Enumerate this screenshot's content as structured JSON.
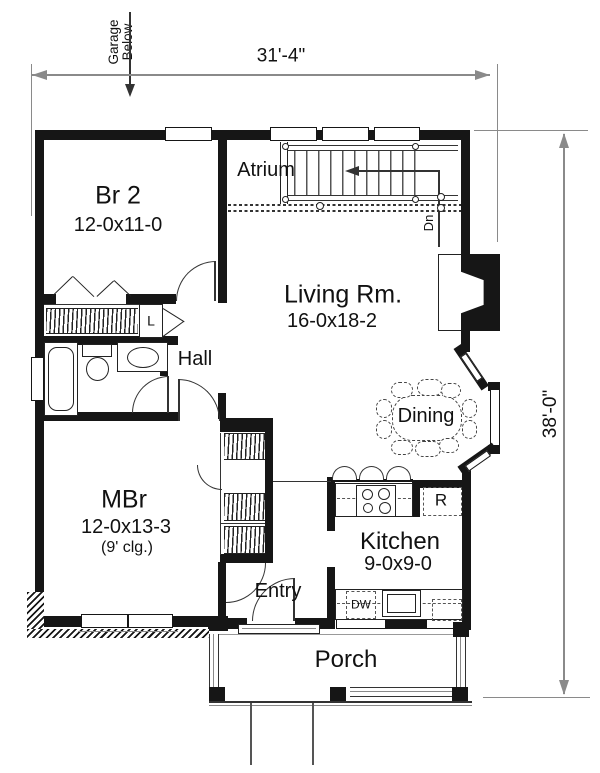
{
  "rooms": {
    "br2": {
      "name": "Br 2",
      "dims": "12-0x11-0"
    },
    "atrium": {
      "name": "Atrium"
    },
    "living": {
      "name": "Living Rm.",
      "dims": "16-0x18-2"
    },
    "hall": {
      "name": "Hall"
    },
    "dining": {
      "name": "Dining"
    },
    "mbr": {
      "name": "MBr",
      "dims": "12-0x13-3",
      "note": "(9' clg.)"
    },
    "kitchen": {
      "name": "Kitchen",
      "dims": "9-0x9-0"
    },
    "entry": {
      "name": "Entry"
    },
    "porch": {
      "name": "Porch"
    }
  },
  "dimensions": {
    "overall_width": "31'-4\"",
    "overall_depth": "38'-0\""
  },
  "annotations": {
    "garage_below": "Garage Below",
    "stair_direction": "Dn",
    "linen_closet": "L",
    "refrigerator": "R",
    "dishwasher": "DW"
  },
  "colors": {
    "wall": "#161616",
    "dimension_line": "#8a8a8a",
    "background": "#ffffff"
  }
}
